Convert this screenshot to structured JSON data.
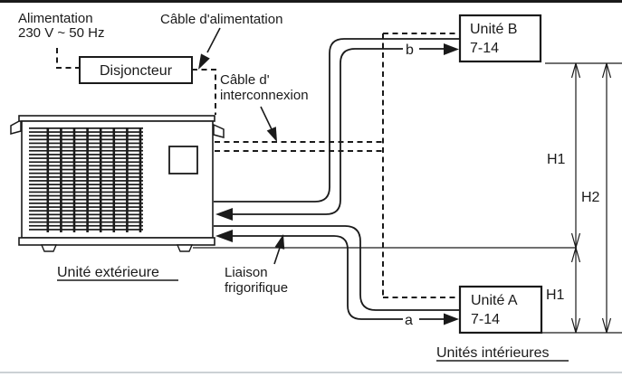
{
  "diagram": {
    "background": "#ffffff",
    "line_color": "#1a1a1a",
    "bottom_rule_color": "#ccd1d5",
    "labels": {
      "power_line1": "Alimentation",
      "power_line2": "230 V ~ 50 Hz",
      "power_cable": "Câble d'alimentation",
      "breaker": "Disjoncteur",
      "interconnect_line1": "Câble d'",
      "interconnect_line2": "interconnexion",
      "refrigerant_line1": "Liaison",
      "refrigerant_line2": "frigorifique",
      "outdoor_unit": "Unité extérieure",
      "indoor_units": "Unités intérieures",
      "pipe_b": "b",
      "pipe_a": "a",
      "h1_upper": "H1",
      "h1_lower": "H1",
      "h2": "H2"
    },
    "indoor_unit_b": {
      "name": "Unité B",
      "model": "7-14"
    },
    "indoor_unit_a": {
      "name": "Unité A",
      "model": "7-14"
    }
  }
}
